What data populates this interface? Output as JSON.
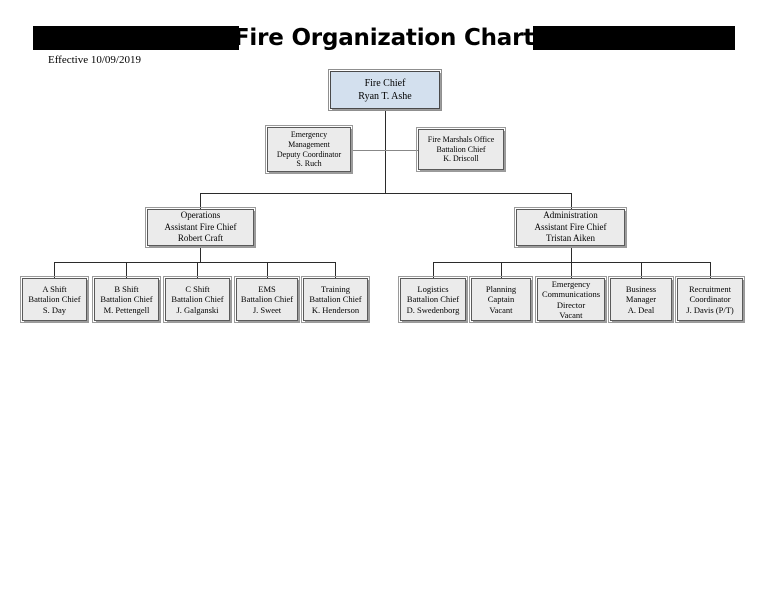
{
  "document": {
    "title": "Fire Organization Chart",
    "effective_label": "Effective 10/09/2019"
  },
  "colors": {
    "title_bar": "#000000",
    "chief_box_fill": "#d3e0ee",
    "node_fill": "#ebebeb",
    "node_border": "#5a5a5a",
    "connector": "#2b2b2b"
  },
  "chart_data": {
    "type": "diagram",
    "diagram_kind": "organization-chart",
    "title": "Fire Organization Chart",
    "annotations": [
      "Effective 10/09/2019"
    ],
    "nodes": [
      {
        "id": "fire-chief",
        "level": 0,
        "lines": [
          "Fire Chief",
          "Ryan T. Ashe"
        ],
        "title": "Fire Chief",
        "name": "Ryan T. Ashe",
        "highlight": true
      },
      {
        "id": "emergency-management",
        "level": 1,
        "relation": "staff",
        "lines": [
          "Emergency",
          "Management",
          "Deputy Coordinator",
          "S. Ruch"
        ],
        "title": "Emergency Management",
        "rank": "Deputy Coordinator",
        "name": "S. Ruch"
      },
      {
        "id": "fire-marshals-office",
        "level": 1,
        "relation": "staff",
        "lines": [
          "Fire Marshals Office",
          "Battalion Chief",
          "K. Driscoll"
        ],
        "title": "Fire Marshals Office",
        "rank": "Battalion Chief",
        "name": "K. Driscoll"
      },
      {
        "id": "operations",
        "level": 2,
        "parent": "fire-chief",
        "lines": [
          "Operations",
          "Assistant Fire Chief",
          "Robert Craft"
        ],
        "title": "Operations",
        "rank": "Assistant Fire Chief",
        "name": "Robert Craft"
      },
      {
        "id": "administration",
        "level": 2,
        "parent": "fire-chief",
        "lines": [
          "Administration",
          "Assistant Fire Chief",
          "Tristan Aiken"
        ],
        "title": "Administration",
        "rank": "Assistant Fire Chief",
        "name": "Tristan Aiken"
      },
      {
        "id": "a-shift",
        "level": 3,
        "parent": "operations",
        "lines": [
          "A Shift",
          "Battalion Chief",
          "S. Day"
        ],
        "title": "A Shift",
        "rank": "Battalion Chief",
        "name": "S. Day"
      },
      {
        "id": "b-shift",
        "level": 3,
        "parent": "operations",
        "lines": [
          "B Shift",
          "Battalion Chief",
          "M. Pettengell"
        ],
        "title": "B Shift",
        "rank": "Battalion Chief",
        "name": "M. Pettengell"
      },
      {
        "id": "c-shift",
        "level": 3,
        "parent": "operations",
        "lines": [
          "C Shift",
          "Battalion Chief",
          "J. Galganski"
        ],
        "title": "C Shift",
        "rank": "Battalion Chief",
        "name": "J. Galganski"
      },
      {
        "id": "ems",
        "level": 3,
        "parent": "operations",
        "lines": [
          "EMS",
          "Battalion Chief",
          "J. Sweet"
        ],
        "title": "EMS",
        "rank": "Battalion Chief",
        "name": "J. Sweet"
      },
      {
        "id": "training",
        "level": 3,
        "parent": "operations",
        "lines": [
          "Training",
          "Battalion Chief",
          "K. Henderson"
        ],
        "title": "Training",
        "rank": "Battalion Chief",
        "name": "K. Henderson"
      },
      {
        "id": "logistics",
        "level": 3,
        "parent": "administration",
        "lines": [
          "Logistics",
          "Battalion Chief",
          "D. Swedenborg"
        ],
        "title": "Logistics",
        "rank": "Battalion Chief",
        "name": "D. Swedenborg"
      },
      {
        "id": "planning",
        "level": 3,
        "parent": "administration",
        "lines": [
          "Planning",
          "Captain",
          "Vacant"
        ],
        "title": "Planning",
        "rank": "Captain",
        "name": "Vacant"
      },
      {
        "id": "emergency-communications",
        "level": 3,
        "parent": "administration",
        "lines": [
          "Emergency",
          "Communications",
          "Director",
          "Vacant"
        ],
        "title": "Emergency Communications",
        "rank": "Director",
        "name": "Vacant"
      },
      {
        "id": "business-manager",
        "level": 3,
        "parent": "administration",
        "lines": [
          "Business",
          "Manager",
          "A. Deal"
        ],
        "title": "Business Manager",
        "rank": "Manager",
        "name": "A. Deal"
      },
      {
        "id": "recruitment-coordinator",
        "level": 3,
        "parent": "administration",
        "lines": [
          "Recruitment",
          "Coordinator",
          "J. Davis (P/T)"
        ],
        "title": "Recruitment Coordinator",
        "rank": "Coordinator",
        "name": "J. Davis (P/T)"
      }
    ],
    "edges": [
      {
        "from": "fire-chief",
        "to": "emergency-management"
      },
      {
        "from": "fire-chief",
        "to": "fire-marshals-office"
      },
      {
        "from": "fire-chief",
        "to": "operations"
      },
      {
        "from": "fire-chief",
        "to": "administration"
      },
      {
        "from": "operations",
        "to": "a-shift"
      },
      {
        "from": "operations",
        "to": "b-shift"
      },
      {
        "from": "operations",
        "to": "c-shift"
      },
      {
        "from": "operations",
        "to": "ems"
      },
      {
        "from": "operations",
        "to": "training"
      },
      {
        "from": "administration",
        "to": "logistics"
      },
      {
        "from": "administration",
        "to": "planning"
      },
      {
        "from": "administration",
        "to": "emergency-communications"
      },
      {
        "from": "administration",
        "to": "business-manager"
      },
      {
        "from": "administration",
        "to": "recruitment-coordinator"
      }
    ]
  }
}
